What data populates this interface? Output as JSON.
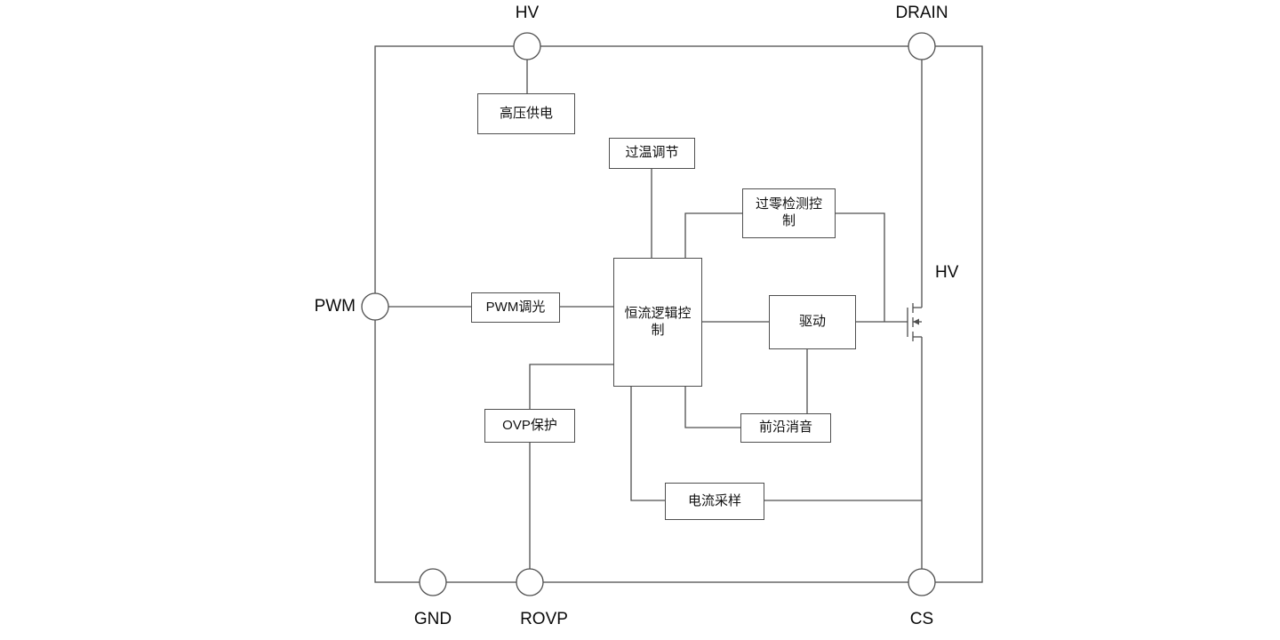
{
  "diagram": {
    "pins": {
      "hv_top": "HV",
      "drain": "DRAIN",
      "pwm": "PWM",
      "gnd": "GND",
      "rovp": "ROVP",
      "cs": "CS"
    },
    "blocks": {
      "hv_supply": "高压供电",
      "temp_reg": "过温调节",
      "zcd": "过零检测控制",
      "pwm_dim": "PWM调光",
      "cc_logic": "恒流逻辑控制",
      "driver": "驱动",
      "leb": "前沿消音",
      "ovp": "OVP保护",
      "cur_sample": "电流采样"
    },
    "mosfet_label": "HV",
    "colors": {
      "line": "#4f4f4f",
      "text": "#0a0a0a",
      "background": "#ffffff"
    }
  }
}
